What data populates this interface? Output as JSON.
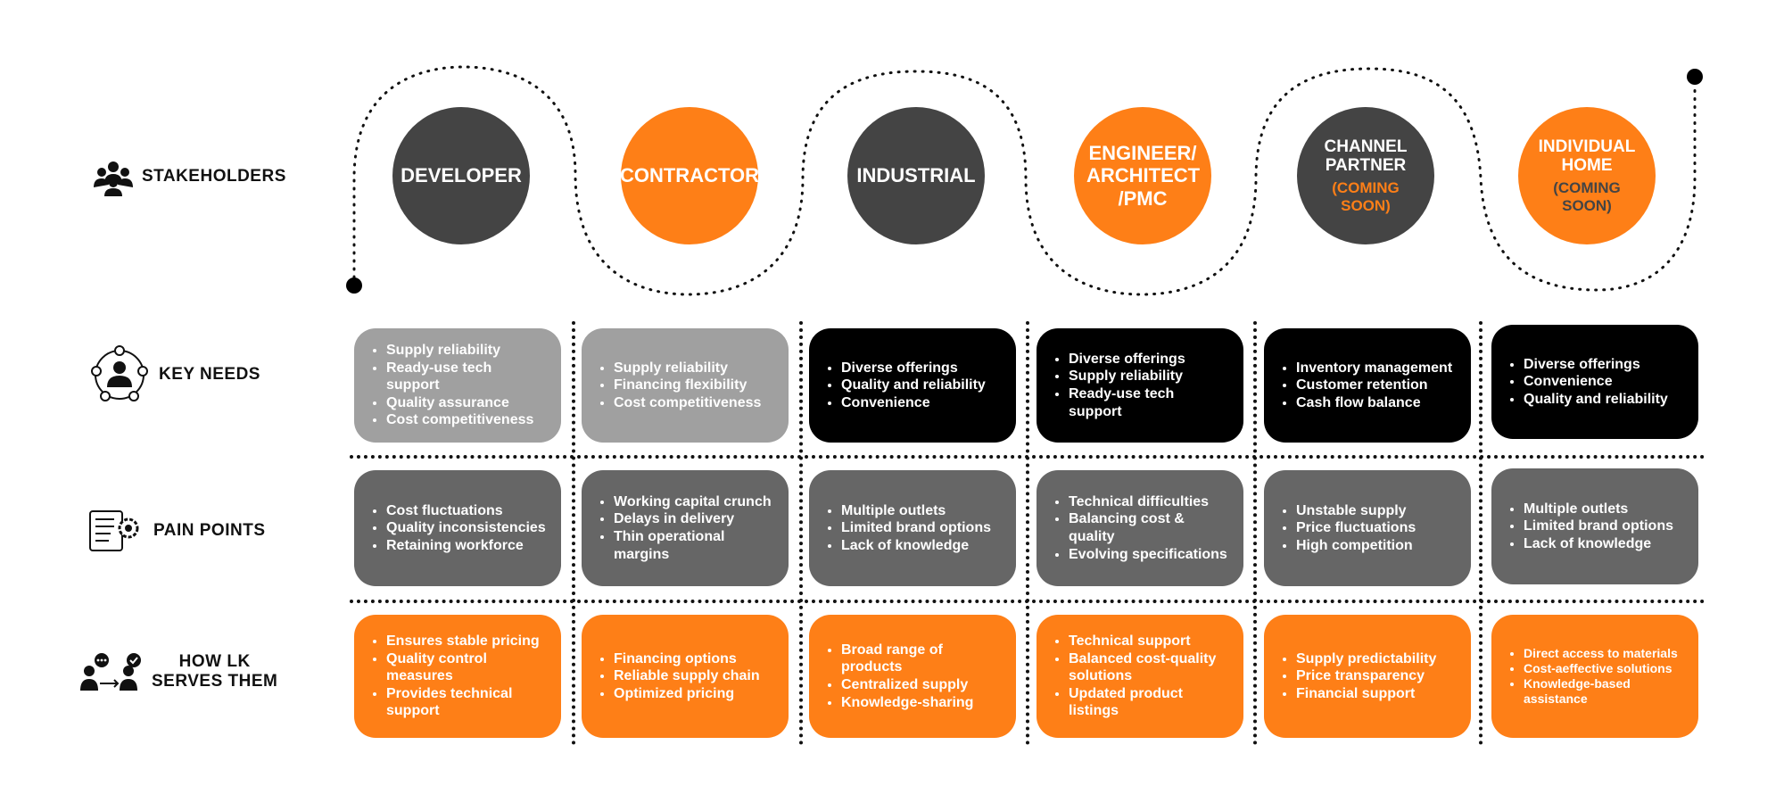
{
  "colors": {
    "dark": "#444444",
    "orange": "#fe7f17",
    "light_grey": "#a0a0a0",
    "mid_grey": "#666666",
    "black": "#000000"
  },
  "row_labels": {
    "stakeholders": "STAKEHOLDERS",
    "key_needs": "KEY NEEDS",
    "pain_points": "PAIN POINTS",
    "serves_line1": "HOW LK",
    "serves_line2": "SERVES THEM"
  },
  "stakeholders": [
    {
      "name": "DEVELOPER",
      "sub": ""
    },
    {
      "name": "CONTRACTOR",
      "sub": ""
    },
    {
      "name": "INDUSTRIAL",
      "sub": ""
    },
    {
      "name": "ENGINEER/ ARCHITECT /PMC",
      "sub": ""
    },
    {
      "name": "CHANNEL PARTNER",
      "sub": "(COMING SOON)"
    },
    {
      "name": "INDIVIDUAL HOME",
      "sub": "(COMING SOON)"
    }
  ],
  "key_needs": [
    [
      "Supply reliability",
      "Ready-use tech support",
      "Quality assurance",
      "Cost competitiveness"
    ],
    [
      "Supply reliability",
      "Financing flexibility",
      "Cost competitiveness"
    ],
    [
      "Diverse offerings",
      "Quality and reliability",
      "Convenience"
    ],
    [
      "Diverse offerings",
      "Supply reliability",
      "Ready-use tech support"
    ],
    [
      "Inventory management",
      "Customer retention",
      "Cash flow balance"
    ],
    [
      "Diverse offerings",
      "Convenience",
      "Quality and reliability"
    ]
  ],
  "pain_points": [
    [
      "Cost fluctuations",
      "Quality inconsistencies",
      "Retaining workforce"
    ],
    [
      "Working capital crunch",
      "Delays in delivery",
      "Thin operational margins"
    ],
    [
      "Multiple outlets",
      "Limited brand options",
      "Lack of knowledge"
    ],
    [
      "Technical difficulties",
      "Balancing cost & quality",
      "Evolving specifications"
    ],
    [
      "Unstable supply",
      "Price fluctuations",
      "High competition"
    ],
    [
      "Multiple outlets",
      "Limited brand options",
      "Lack of knowledge"
    ]
  ],
  "how_lk_serves": [
    [
      "Ensures stable pricing",
      "Quality control measures",
      "Provides technical support"
    ],
    [
      "Financing options",
      "Reliable supply chain",
      "Optimized pricing"
    ],
    [
      "Broad range of products",
      "Centralized supply",
      "Knowledge-sharing"
    ],
    [
      "Technical support",
      "Balanced cost-quality solutions",
      "Updated product listings"
    ],
    [
      "Supply predictability",
      "Price transparency",
      "Financial support"
    ],
    [
      "Direct access to materials",
      "Cost-aeffective solutions",
      "Knowledge-based assistance"
    ]
  ],
  "icons": {
    "stakeholders": "people-group-icon",
    "key_needs": "person-needs-icon",
    "pain_points": "checklist-gear-icon",
    "serves": "people-exchange-icon"
  }
}
